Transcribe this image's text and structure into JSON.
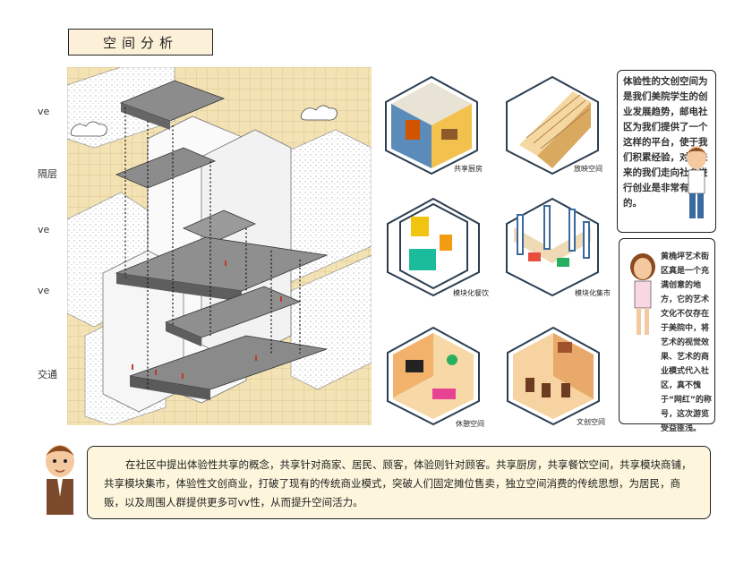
{
  "title": "空间分析",
  "side_labels": [
    "ve",
    "隔层",
    "ve",
    "ve",
    "交通"
  ],
  "hex_cards": [
    {
      "label": "共享厨房"
    },
    {
      "label": "放映空间"
    },
    {
      "label": "模块化餐饮"
    },
    {
      "label": "模块化集市"
    },
    {
      "label": "休憩空间"
    },
    {
      "label": "文创空间"
    }
  ],
  "bubble_top": "体验性的文创空间为是我们美院学生的创业发展趋势，邮电社区为我们提供了一个这样的平台，使于我们积累经验，对于未来的我们走向社会进行创业是非常有益的。",
  "bubble_middle": "黄桷坪艺术街区真是一个充满创意的地方，它的艺术文化不仅存在于美院中，将艺术的视觉效果、艺术的商业模式代入社区，真不愧于“网红”的称号，这次游览受益匪浅。",
  "bottom_text": "在社区中提出体验性共享的概念，共享针对商家、居民、顾客，体验则针对顾客。共享厨房，共享餐饮空间，共享模块商铺，共享模块集市，体验性文创商业，打破了现有的传统商业模式，突破人们固定摊位售卖，独立空间消费的传统思想，为居民，商贩，以及周围人群提供更多可vv性，从而提升空间活力。",
  "colors": {
    "ground": "#f3e3b4",
    "grid": "#d8b98a",
    "panel": "#fdf6dc",
    "accent_red": "#c0392b"
  }
}
